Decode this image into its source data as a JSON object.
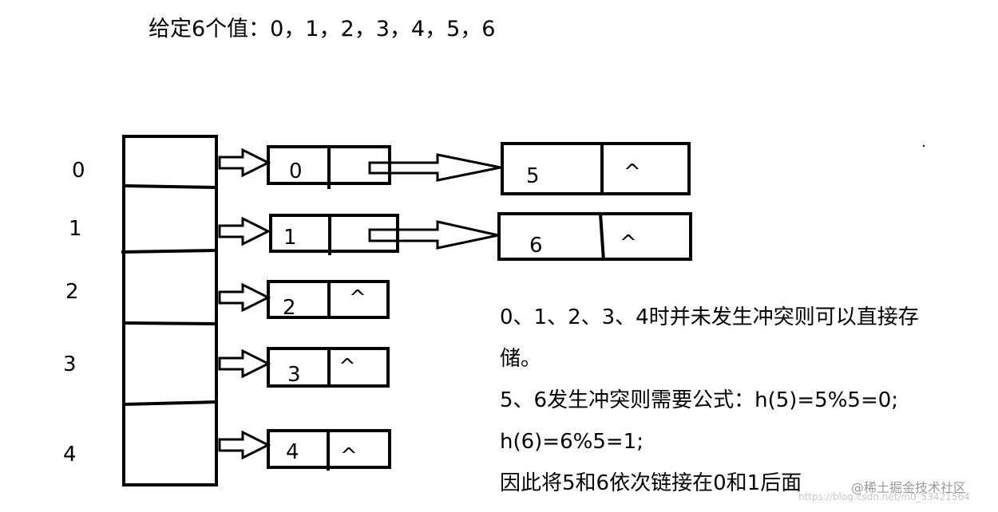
{
  "title": "给定6个值：0，1，2，3，4，5，6",
  "table": {
    "indices": [
      "0",
      "1",
      "2",
      "3",
      "4"
    ]
  },
  "first_nodes": [
    {
      "value": "0",
      "next": ""
    },
    {
      "value": "1",
      "next": ""
    },
    {
      "value": "2",
      "next": "^"
    },
    {
      "value": "3",
      "next": "^"
    },
    {
      "value": "4",
      "next": "^"
    }
  ],
  "second_nodes": [
    {
      "value": "5",
      "next": "^"
    },
    {
      "value": "6",
      "next": "^"
    }
  ],
  "explanation": [
    "0、1、2、3、4时并未发生冲突则可以直接存",
    "储。",
    "5、6发生冲突则需要公式：h(5)=5%5=0;",
    "h(6)=6%5=1;",
    "因此将5和6依次链接在0和1后面"
  ],
  "watermark": "@稀土掘金技术社区",
  "watermark_url": "https://blog.csdn.net/m0_53421564"
}
